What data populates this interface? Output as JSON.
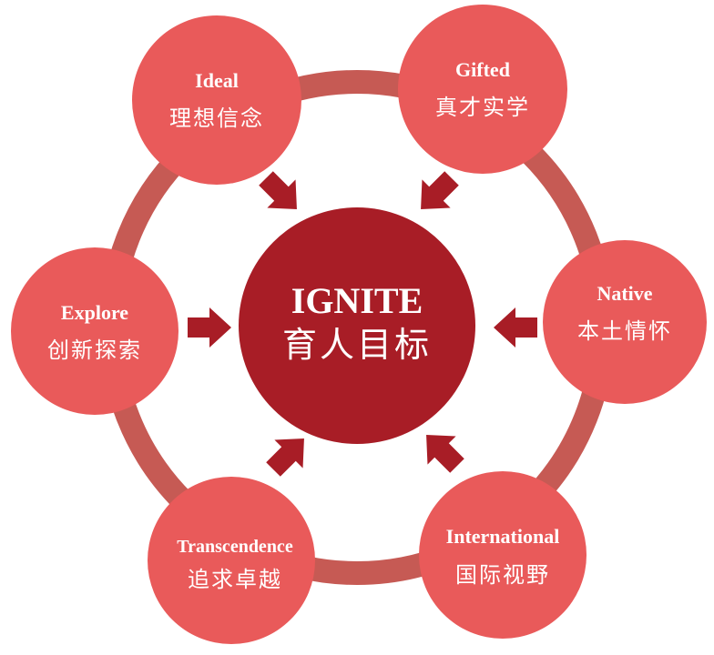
{
  "center": {
    "title": "IGNITE",
    "subtitle": "育人目标"
  },
  "nodes": [
    {
      "id": "ideal",
      "title": "Ideal",
      "subtitle": "理想信念"
    },
    {
      "id": "gifted",
      "title": "Gifted",
      "subtitle": "真才实学"
    },
    {
      "id": "native",
      "title": "Native",
      "subtitle": "本土情怀"
    },
    {
      "id": "international",
      "title": "International",
      "subtitle": "国际视野"
    },
    {
      "id": "transcendence",
      "title": "Transcendence",
      "subtitle": "追求卓越"
    },
    {
      "id": "explore",
      "title": "Explore",
      "subtitle": "创新探索"
    }
  ],
  "colors": {
    "center_fill": "#a81d26",
    "node_fill": "#e95a5a",
    "ring_stroke": "#c65a54",
    "arrow_fill": "#a81d26"
  }
}
